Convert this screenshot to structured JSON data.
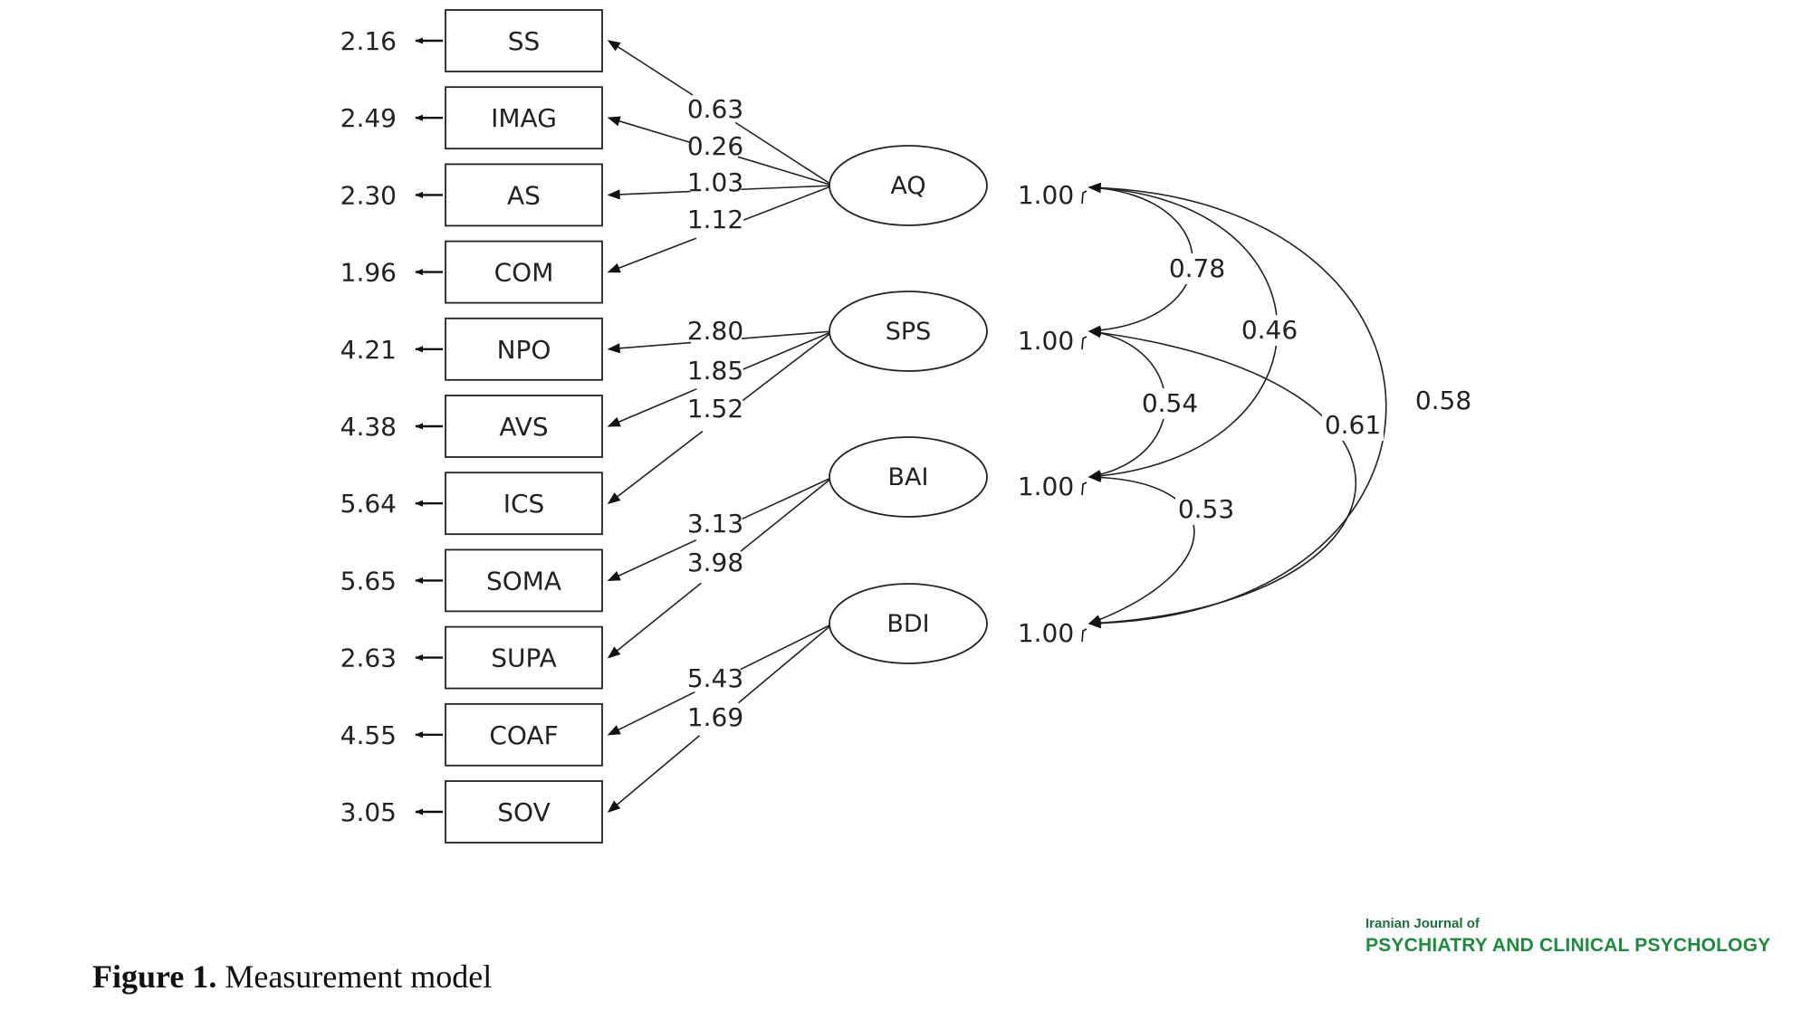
{
  "diagram": {
    "indicators": [
      {
        "name": "SS",
        "error": "2.16"
      },
      {
        "name": "IMAG",
        "error": "2.49"
      },
      {
        "name": "AS",
        "error": "2.30"
      },
      {
        "name": "COM",
        "error": "1.96"
      },
      {
        "name": "NPO",
        "error": "4.21"
      },
      {
        "name": "AVS",
        "error": "4.38"
      },
      {
        "name": "ICS",
        "error": "5.64"
      },
      {
        "name": "SOMA",
        "error": "5.65"
      },
      {
        "name": "SUPA",
        "error": "2.63"
      },
      {
        "name": "COAF",
        "error": "4.55"
      },
      {
        "name": "SOV",
        "error": "3.05"
      }
    ],
    "factors": [
      {
        "name": "AQ",
        "variance": "1.00"
      },
      {
        "name": "SPS",
        "variance": "1.00"
      },
      {
        "name": "BAI",
        "variance": "1.00"
      },
      {
        "name": "BDI",
        "variance": "1.00"
      }
    ],
    "loadings": [
      {
        "factor": "AQ",
        "indicator": "SS",
        "value": "0.63"
      },
      {
        "factor": "AQ",
        "indicator": "IMAG",
        "value": "0.26"
      },
      {
        "factor": "AQ",
        "indicator": "AS",
        "value": "1.03"
      },
      {
        "factor": "AQ",
        "indicator": "COM",
        "value": "1.12"
      },
      {
        "factor": "SPS",
        "indicator": "NPO",
        "value": "2.80"
      },
      {
        "factor": "SPS",
        "indicator": "AVS",
        "value": "1.85"
      },
      {
        "factor": "SPS",
        "indicator": "ICS",
        "value": "1.52"
      },
      {
        "factor": "BAI",
        "indicator": "SOMA",
        "value": "3.13"
      },
      {
        "factor": "BAI",
        "indicator": "SUPA",
        "value": "3.98"
      },
      {
        "factor": "BDI",
        "indicator": "COAF",
        "value": "5.43"
      },
      {
        "factor": "BDI",
        "indicator": "SOV",
        "value": "1.69"
      }
    ],
    "correlations": [
      {
        "from": "AQ",
        "to": "SPS",
        "value": "0.78"
      },
      {
        "from": "AQ",
        "to": "BAI",
        "value": "0.46"
      },
      {
        "from": "AQ",
        "to": "BDI",
        "value": "0.58"
      },
      {
        "from": "SPS",
        "to": "BAI",
        "value": "0.54"
      },
      {
        "from": "SPS",
        "to": "BDI",
        "value": "0.61"
      },
      {
        "from": "BAI",
        "to": "BDI",
        "value": "0.53"
      }
    ]
  },
  "caption": {
    "label": "Figure 1.",
    "text": " Measurement model"
  },
  "journal": {
    "line1": "Iranian Journal of",
    "line2": "PSYCHIATRY AND CLINICAL PSYCHOLOGY"
  }
}
